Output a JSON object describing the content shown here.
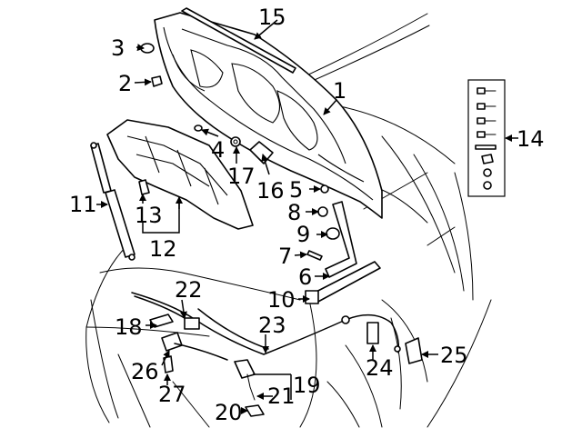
{
  "callouts": [
    {
      "id": "c1",
      "text": "1"
    },
    {
      "id": "c2",
      "text": "2"
    },
    {
      "id": "c3",
      "text": "3"
    },
    {
      "id": "c4",
      "text": "4"
    },
    {
      "id": "c5",
      "text": "5"
    },
    {
      "id": "c6",
      "text": "6"
    },
    {
      "id": "c7",
      "text": "7"
    },
    {
      "id": "c8",
      "text": "8"
    },
    {
      "id": "c9",
      "text": "9"
    },
    {
      "id": "c10",
      "text": "10"
    },
    {
      "id": "c11",
      "text": "11"
    },
    {
      "id": "c12",
      "text": "12"
    },
    {
      "id": "c13",
      "text": "13"
    },
    {
      "id": "c14",
      "text": "14"
    },
    {
      "id": "c15",
      "text": "15"
    },
    {
      "id": "c16",
      "text": "16"
    },
    {
      "id": "c17",
      "text": "17"
    },
    {
      "id": "c18",
      "text": "18"
    },
    {
      "id": "c19",
      "text": "19"
    },
    {
      "id": "c20",
      "text": "20"
    },
    {
      "id": "c21",
      "text": "21"
    },
    {
      "id": "c22",
      "text": "22"
    },
    {
      "id": "c23",
      "text": "23"
    },
    {
      "id": "c24",
      "text": "24"
    },
    {
      "id": "c25",
      "text": "25"
    },
    {
      "id": "c26",
      "text": "26"
    },
    {
      "id": "c27",
      "text": "27"
    }
  ]
}
